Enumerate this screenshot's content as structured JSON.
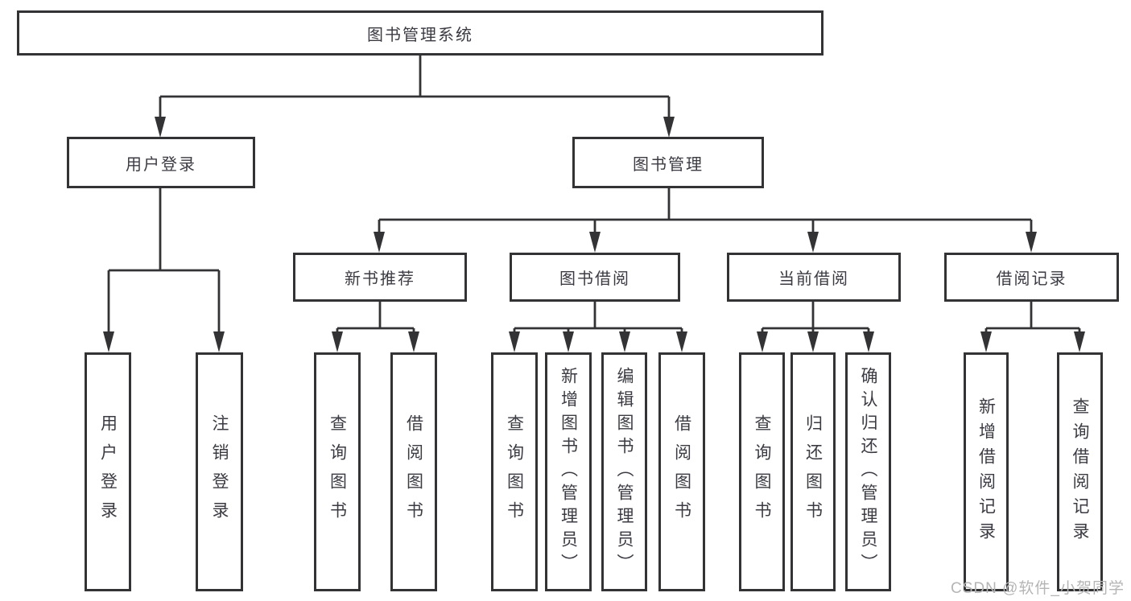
{
  "watermark": "CSDN @软件_小贺同学",
  "colors": {
    "line": "#333336",
    "box_border": "#333336",
    "box_fill": "#ffffff",
    "text": "#3b3b43",
    "watermark_text": "#b5b5b5"
  },
  "tree": {
    "root": {
      "label": "图书管理系统",
      "children": [
        {
          "label": "用户登录",
          "children": [
            {
              "label": "用户登录"
            },
            {
              "label": "注销登录"
            }
          ]
        },
        {
          "label": "图书管理",
          "children": [
            {
              "label": "新书推荐",
              "children": [
                {
                  "label": "查询图书"
                },
                {
                  "label": "借阅图书"
                }
              ]
            },
            {
              "label": "图书借阅",
              "children": [
                {
                  "label": "查询图书"
                },
                {
                  "label": "新增图书（管理员）"
                },
                {
                  "label": "编辑图书（管理员）"
                },
                {
                  "label": "借阅图书"
                }
              ]
            },
            {
              "label": "当前借阅",
              "children": [
                {
                  "label": "查询图书"
                },
                {
                  "label": "归还图书"
                },
                {
                  "label": "确认归还（管理员）"
                }
              ]
            },
            {
              "label": "借阅记录",
              "children": [
                {
                  "label": "新增借阅记录"
                },
                {
                  "label": "查询借阅记录"
                }
              ]
            }
          ]
        }
      ]
    }
  }
}
